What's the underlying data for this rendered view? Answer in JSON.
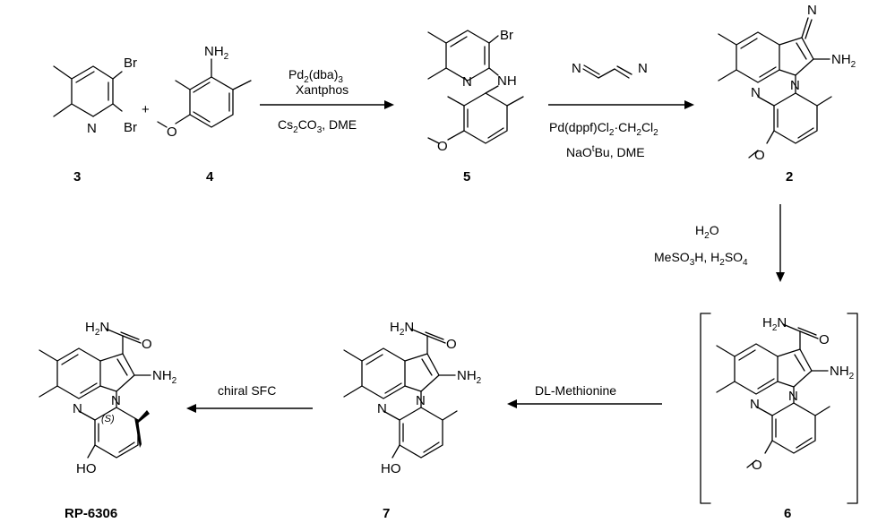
{
  "compounds": [
    {
      "id": "3",
      "label": "3",
      "atoms": {
        "br1": "Br",
        "br2": "Br",
        "n": "N"
      }
    },
    {
      "id": "4",
      "label": "4",
      "atoms": {
        "nh2": "NH",
        "nh2_sub": "2"
      }
    },
    {
      "id": "5",
      "label": "5",
      "atoms": {
        "br": "Br",
        "nh": "NH",
        "n": "N"
      }
    },
    {
      "id": "2",
      "label": "2",
      "atoms": {
        "cn_n": "N",
        "n_pyr": "N",
        "n_pyrrole": "N",
        "nh2": "NH",
        "nh2_sub": "2"
      }
    },
    {
      "id": "6",
      "label": "6",
      "atoms": {
        "amide_n": "H",
        "amide_n_sub": "2",
        "amide_n2": "N",
        "amide_o": "O",
        "n_pyr": "N",
        "n_pyrrole": "N",
        "nh2": "NH",
        "nh2_sub": "2"
      }
    },
    {
      "id": "7",
      "label": "7",
      "atoms": {
        "amide_n": "H",
        "amide_n_sub": "2",
        "amide_n2": "N",
        "amide_o": "O",
        "n_pyr": "N",
        "n_pyrrole": "N",
        "nh2": "NH",
        "nh2_sub": "2",
        "oh": "HO"
      }
    },
    {
      "id": "rp6306",
      "label": "RP-6306",
      "stereo": "(S)",
      "atoms": {
        "amide_n": "H",
        "amide_n_sub": "2",
        "amide_n2": "N",
        "amide_o": "O",
        "n_pyr": "N",
        "n_pyrrole": "N",
        "nh2": "NH",
        "nh2_sub": "2",
        "oh": "HO"
      }
    }
  ],
  "plus": "+",
  "reagents": {
    "step1": {
      "line1_main": "Pd",
      "line1_sub1": "2",
      "line1_mid": "(dba)",
      "line1_sub2": "3",
      "line2": "Xantphos",
      "line3_a": "Cs",
      "line3_sub1": "2",
      "line3_b": "CO",
      "line3_sub2": "3",
      "line3_c": ", DME"
    },
    "step2": {
      "malononitrile_n1": "N",
      "malononitrile_n2": "N",
      "line1_a": "Pd(dppf)Cl",
      "line1_sub1": "2",
      "line1_b": "·CH",
      "line1_sub2": "2",
      "line1_c": "Cl",
      "line1_sub3": "2",
      "line2_a": "NaO",
      "line2_sup": "t",
      "line2_b": "Bu, DME"
    },
    "step3": {
      "line1_a": "H",
      "line1_sub": "2",
      "line1_b": "O",
      "line2_a": "MeSO",
      "line2_sub1": "3",
      "line2_b": "H, H",
      "line2_sub2": "2",
      "line2_c": "SO",
      "line2_sub3": "4"
    },
    "step4": {
      "line1": "DL-Methionine"
    },
    "step5": {
      "line1": "chiral SFC"
    }
  }
}
